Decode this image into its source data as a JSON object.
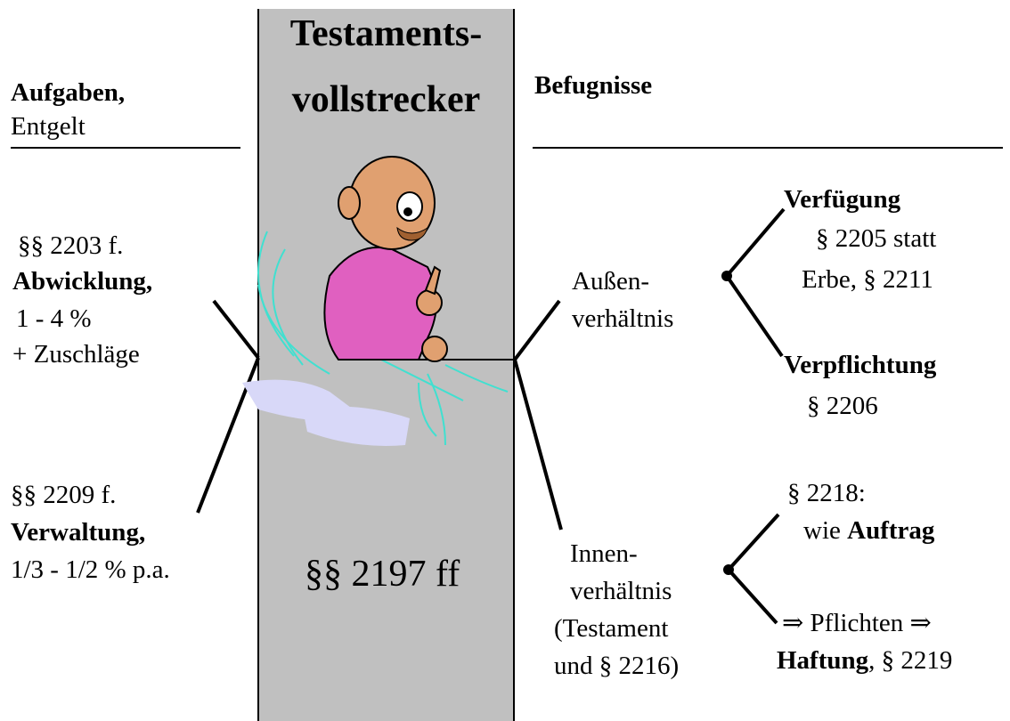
{
  "center": {
    "title_line1": "Testaments-",
    "title_line2": "vollstrecker",
    "paragraph": "§§ 2197 ff"
  },
  "left": {
    "header_bold": "Aufgaben,",
    "header_normal": "Entgelt",
    "block1": {
      "line1": "§§ 2203 f.",
      "line2_bold": "Abwicklung,",
      "line3": "1 - 4 %",
      "line4": "+ Zuschläge"
    },
    "block2": {
      "line1": "§§ 2209 f.",
      "line2_bold": "Verwaltung,",
      "line3": "1/3 - 1/2 % p.a."
    }
  },
  "right": {
    "header_bold": "Befugnisse",
    "aussen": {
      "line1": "Außen-",
      "line2": "verhältnis"
    },
    "verfuegung": {
      "title_bold": "Verfügung",
      "line1": "§ 2205 statt",
      "line2": "Erbe, § 2211"
    },
    "verpflichtung": {
      "title_bold": "Verpflichtung",
      "line1": "§ 2206"
    },
    "innen": {
      "line1": "Innen-",
      "line2": "verhältnis",
      "line3": "(Testament",
      "line4": "und § 2216)"
    },
    "auftrag": {
      "line1": "§ 2218:",
      "line2_prefix": "wie ",
      "line2_bold": "Auftrag"
    },
    "pflichten": {
      "line1": "⇒ Pflichten ⇒",
      "line2_bold": "Haftung",
      "line2_rest": ", § 2219"
    }
  },
  "clipart": {
    "icon": "lawyer-cartoon-icon"
  },
  "colors": {
    "column": "#c0c0c0",
    "shirt": "#e060c0",
    "skin": "#e0a070",
    "paper": "#d8d8f8",
    "motion": "#40e0d0"
  }
}
